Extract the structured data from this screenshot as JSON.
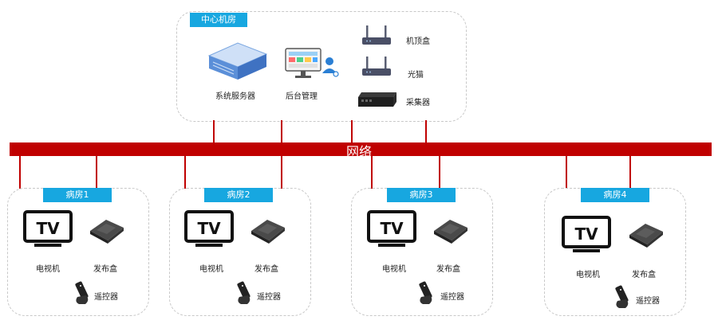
{
  "center": {
    "title": "中心机房",
    "server_label": "系统服务器",
    "admin_label": "后台管理",
    "stb_label": "机顶盒",
    "modem_label": "光猫",
    "collector_label": "采集器"
  },
  "network": {
    "label": "网络"
  },
  "wards": [
    {
      "title": "病房1",
      "tv_label": "电视机",
      "box_label": "发布盒",
      "remote_label": "遥控器"
    },
    {
      "title": "病房2",
      "tv_label": "电视机",
      "box_label": "发布盒",
      "remote_label": "遥控器"
    },
    {
      "title": "病房3",
      "tv_label": "电视机",
      "box_label": "发布盒",
      "remote_label": "遥控器"
    },
    {
      "title": "病房4",
      "tv_label": "电视机",
      "box_label": "发布盒",
      "remote_label": "遥控器"
    }
  ],
  "icons": {
    "tv": "tv-icon",
    "publish_box": "publish-box-icon",
    "remote": "remote-control-icon",
    "server": "server-icon",
    "admin": "admin-workstation-icon",
    "router": "router-icon",
    "collector": "collector-icon"
  },
  "colors": {
    "bus": "#c00000",
    "tag": "#17a7e0",
    "server": "#5b8fd8"
  }
}
